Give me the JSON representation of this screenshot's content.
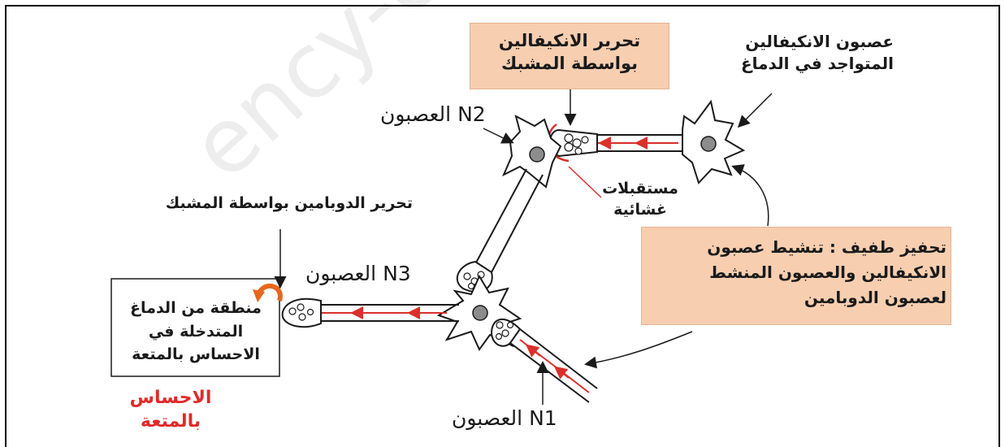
{
  "watermark": "ency-edu",
  "labels": {
    "enkephalin_release": "تحرير الانكيفالين بواسطة المشبك",
    "enkephalin_neuron": "عصبون الانكيفالين المتواجد في الدماغ",
    "neuron_n2": "العصبون N2",
    "membrane_receptors": "مستقبلات غشائية",
    "dopamine_release": "تحرير الدوبامين بواسطة المشبك",
    "neuron_n3": "العصبون N3",
    "stimulus": "تحفيز طفيف : تنشيط عصبون الانكيفالين والعصبون المنشط لعصبون الدوبامين",
    "brain_region": "منطقة من الدماغ المتدخلة في الاحساس بالمتعة",
    "pleasure_feeling": "الاحساس بالمتعة",
    "neuron_n1": "العصبون N1"
  },
  "colors": {
    "box_fill": "#f7ceb0",
    "signal_red": "#d9302a",
    "outline": "#1a1a1a",
    "nucleus": "#8c8c8c"
  }
}
